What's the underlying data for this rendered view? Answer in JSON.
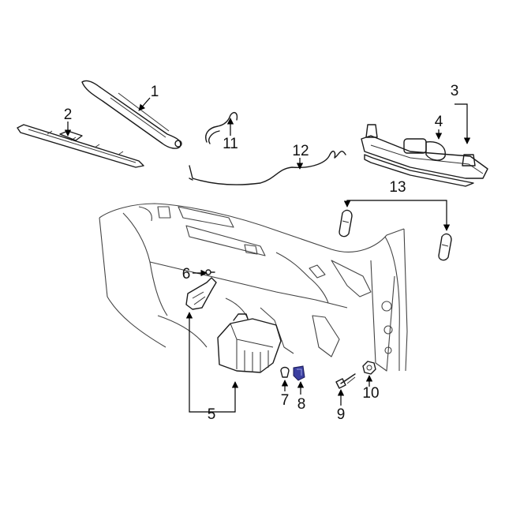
{
  "diagram": {
    "callouts": [
      "1",
      "2",
      "3",
      "4",
      "5",
      "6",
      "7",
      "8",
      "9",
      "10",
      "11",
      "12",
      "13"
    ],
    "colors": {
      "line": "#1a1a1a",
      "highlight": "#3b3fa0",
      "background": "#ffffff"
    }
  }
}
